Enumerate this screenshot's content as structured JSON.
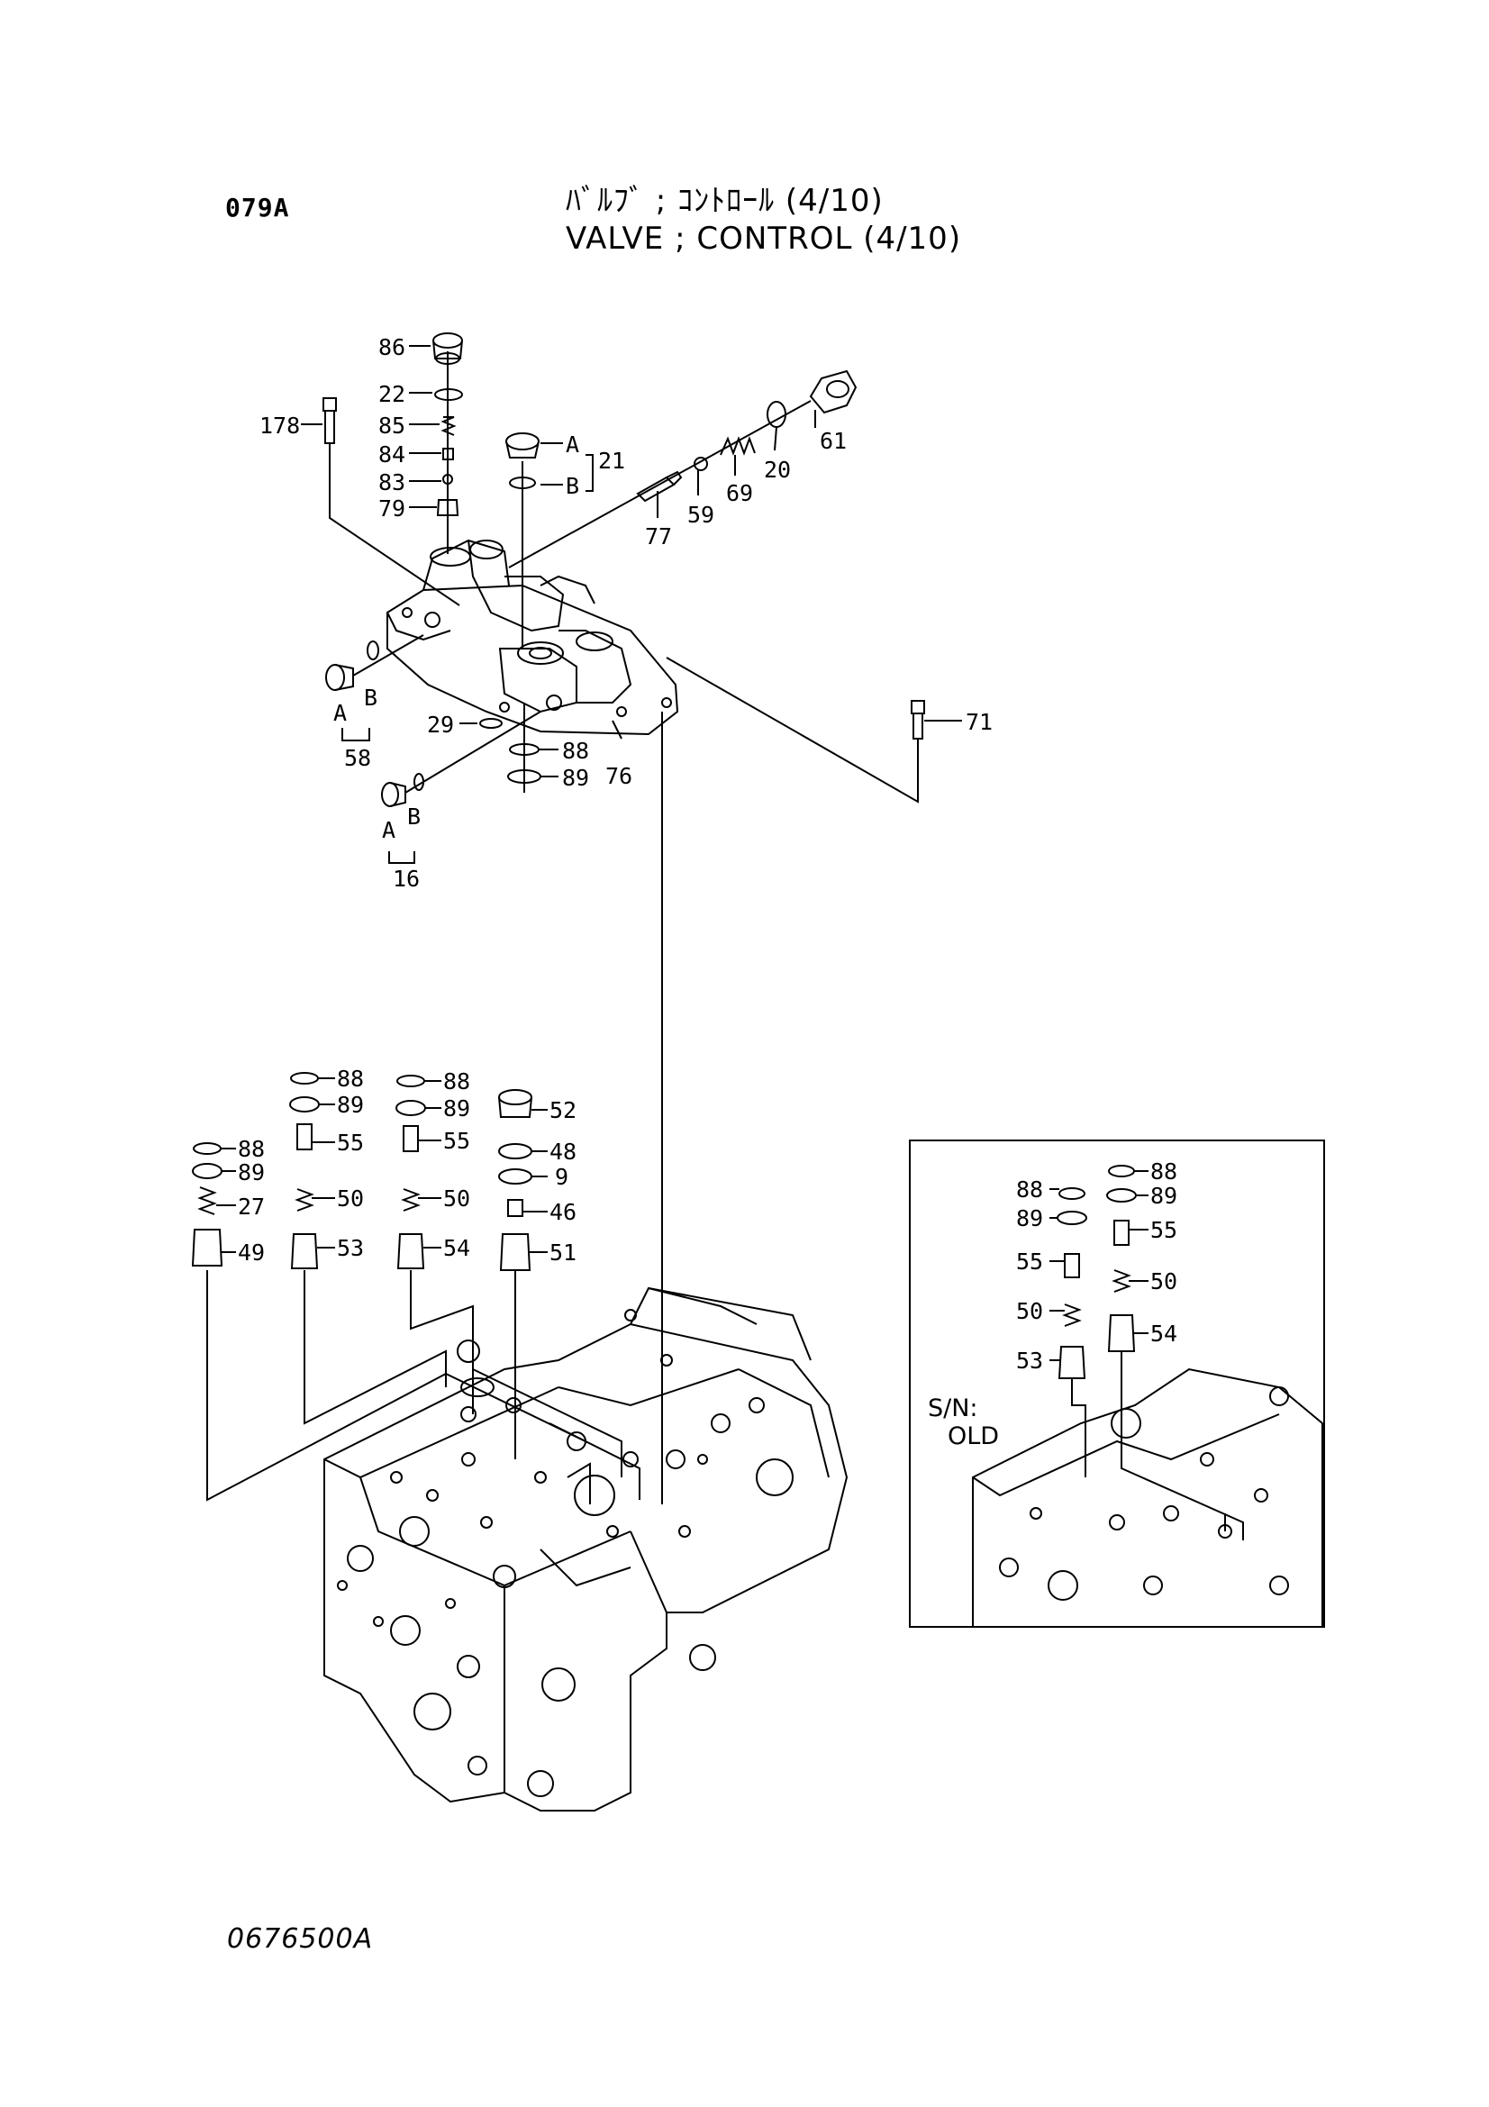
{
  "header": {
    "page_code": "079A",
    "title_jp": "ﾊﾞﾙﾌﾞ ; ｺﾝﾄﾛｰﾙ (4/10)",
    "title_en": "VALVE ; CONTROL (4/10)"
  },
  "footer": {
    "figure_number": "0676500A"
  },
  "callouts": {
    "upper": {
      "c86": "86",
      "c22": "22",
      "c85": "85",
      "c84": "84",
      "c83": "83",
      "c79": "79",
      "c178": "178",
      "c21": "21",
      "c21a": "A",
      "c21b": "B",
      "c77": "77",
      "c59": "59",
      "c69": "69",
      "c20": "20",
      "c61": "61",
      "c58": "58",
      "c58a": "A",
      "c58b": "B",
      "c29": "29",
      "c88": "88",
      "c89": "89",
      "c76": "76",
      "c71": "71",
      "c16": "16",
      "c16a": "A",
      "c16b": "B"
    },
    "lower": {
      "g1": {
        "c88": "88",
        "c89": "89",
        "c27": "27",
        "c49": "49"
      },
      "g2": {
        "c88": "88",
        "c89": "89",
        "c55": "55",
        "c50": "50",
        "c53": "53"
      },
      "g3": {
        "c88": "88",
        "c89": "89",
        "c55": "55",
        "c50": "50",
        "c54": "54"
      },
      "g4": {
        "c52": "52",
        "c48": "48",
        "c9": "9",
        "c46": "46",
        "c51": "51"
      }
    },
    "inset": {
      "c88l": "88",
      "c89l": "89",
      "c55l": "55",
      "c50l": "50",
      "c53": "53",
      "c88r": "88",
      "c89r": "89",
      "c55r": "55",
      "c50r": "50",
      "c54": "54",
      "sn_label": "S/N:",
      "sn_value": "OLD"
    }
  }
}
